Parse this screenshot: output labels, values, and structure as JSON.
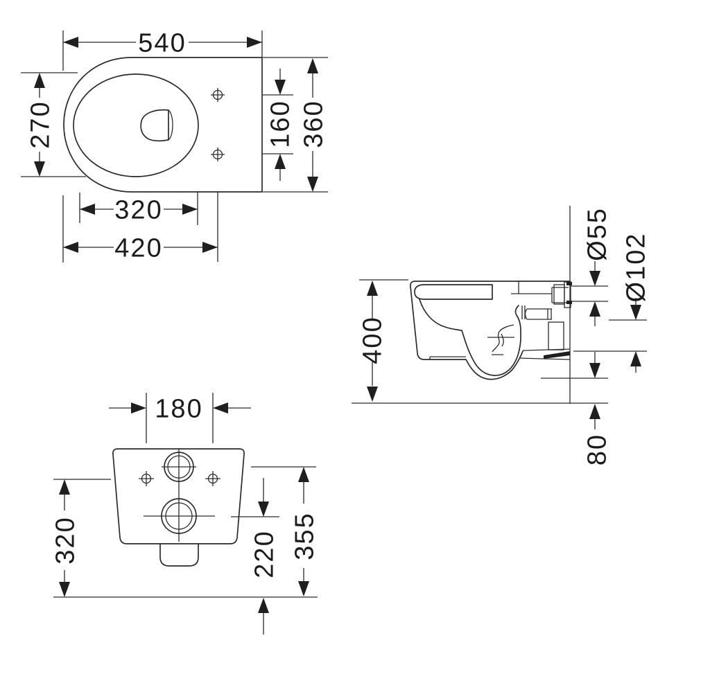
{
  "dims": {
    "top": {
      "length": "540",
      "bowl_width": "270",
      "bolt_spacing": "160",
      "width": "360",
      "bowl_length": "320",
      "bolt_distance": "420"
    },
    "side": {
      "height": "400",
      "inlet_pipe": "Ø55",
      "outlet_pipe": "Ø102",
      "outlet_clearance": "80"
    },
    "rear": {
      "bolt_spacing": "180",
      "bolt_height": "320",
      "outlet_height": "220",
      "inlet_height": "355"
    }
  }
}
